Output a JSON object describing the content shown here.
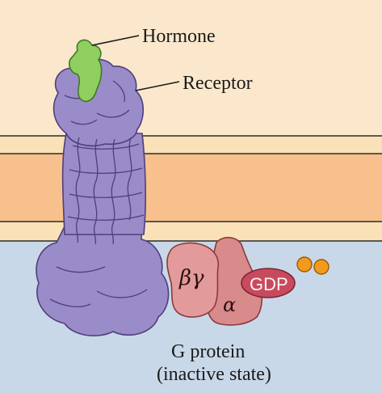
{
  "labels": {
    "hormone": "Hormone",
    "receptor": "Receptor",
    "g_protein_line1": "G protein",
    "g_protein_line2": "(inactive state)",
    "beta_gamma": "βγ",
    "alpha": "α",
    "gdp": "GDP"
  },
  "colors": {
    "extracellular": "#fbe8cc",
    "membrane_head": "#fbe1b8",
    "membrane_core": "#f8c08c",
    "membrane_line": "#2b2b2b",
    "cytoplasm": "#c8d8e8",
    "receptor": "#9a8cc8",
    "receptor_line": "#4e3f7d",
    "hormone": "#8fcf5f",
    "hormone_line": "#3f7a26",
    "g_protein": "#d98a8a",
    "g_protein_line": "#8a3b3b",
    "gdp": "#c84a5e",
    "phosphate": "#f19a1f"
  }
}
